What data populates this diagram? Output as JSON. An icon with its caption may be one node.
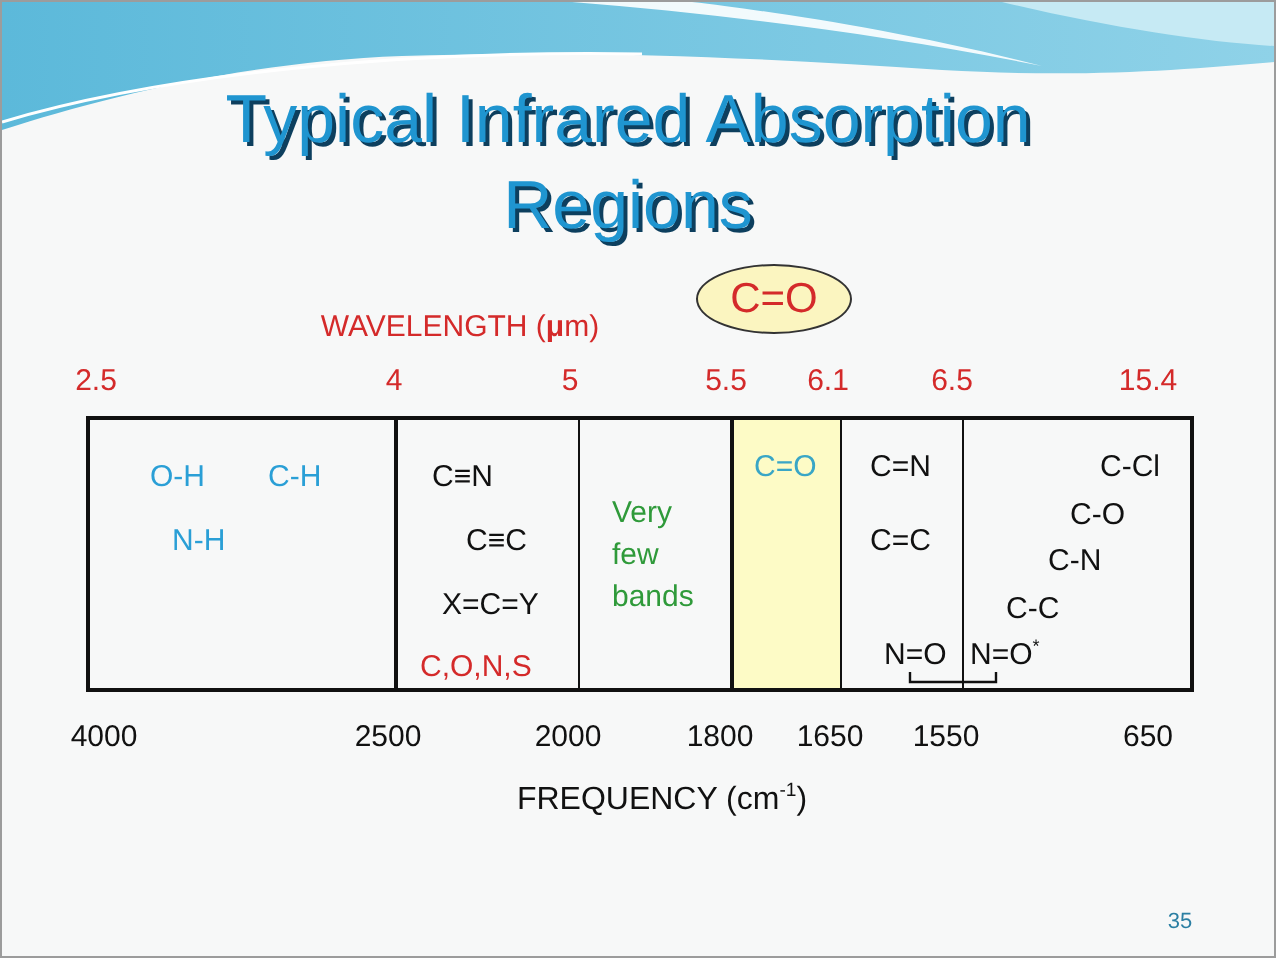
{
  "diagram": {
    "title": "Typical Infrared Absorption Regions",
    "nodes": [
      {
        "text": [
          "C=O"
        ]
      },
      {
        "text": [
          "O-H",
          "C-H",
          "N-H"
        ]
      },
      {
        "text": [
          "C≡N",
          "C≡C",
          "X=C=Y",
          "C,O,N,S"
        ]
      },
      {
        "text": [
          "Very few bands"
        ]
      },
      {
        "text": [
          "C=O"
        ]
      },
      {
        "text": [
          "C=N",
          "C=C",
          "N=O"
        ]
      },
      {
        "text": [
          "C-Cl",
          "C-O",
          "C-N",
          "C-C",
          "N=O$^{*}$"
        ]
      }
    ],
    "labels": [
      "WAVELENGTH (**μ**m)",
      "2.5",
      "4",
      "5",
      "5.5",
      "6.1",
      "6.5",
      "15.4",
      "4000",
      "2500",
      "2000",
      "1800",
      "1650",
      "1550",
      "650",
      "FREQUENCY (cm$^{-1}$)",
      "35"
    ]
  }
}
